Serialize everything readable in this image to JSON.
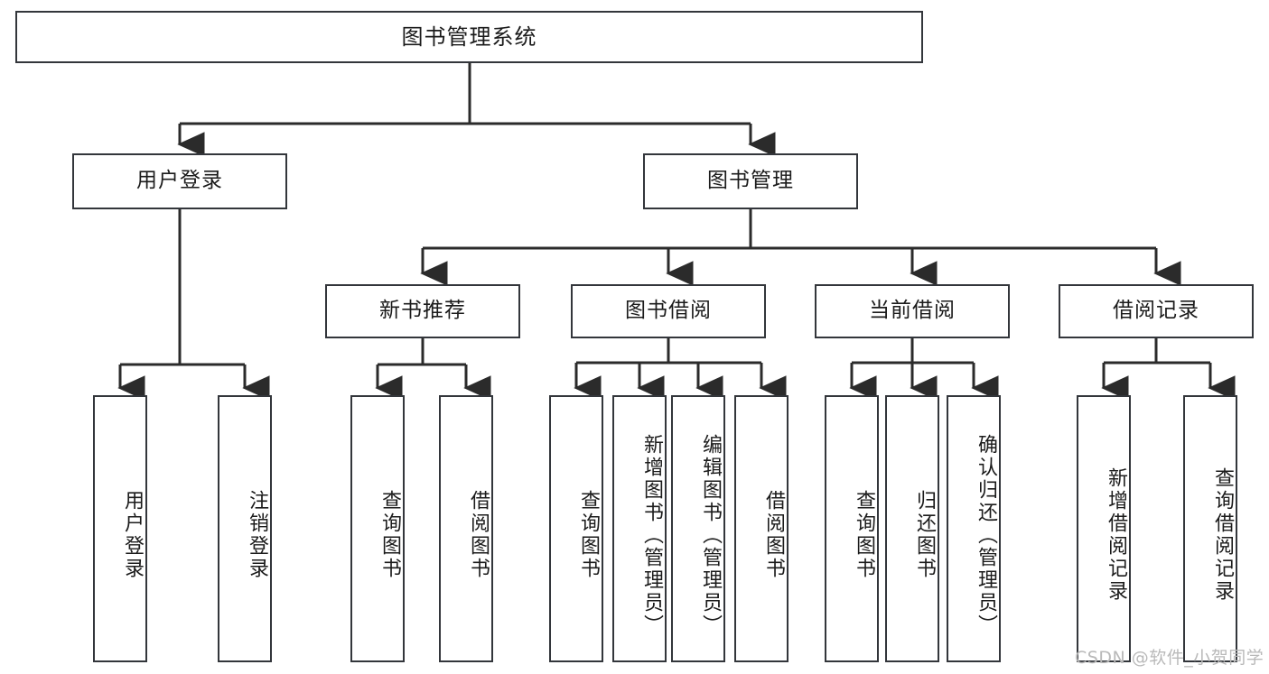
{
  "diagram": {
    "title": "图书管理系统",
    "type": "hierarchy-tree",
    "colors": {
      "box_border": "#33363b",
      "box_fill": "#ffffff",
      "edge": "#2b2b2b",
      "text": "#1b1b1b",
      "watermark": "#b9b9b9"
    },
    "watermark": "CSDN @软件_小贺同学",
    "nodes": {
      "root": {
        "label": "图书管理系统"
      },
      "level2": [
        {
          "label": "用户登录"
        },
        {
          "label": "图书管理"
        }
      ],
      "level3": [
        {
          "label": "新书推荐"
        },
        {
          "label": "图书借阅"
        },
        {
          "label": "当前借阅"
        },
        {
          "label": "借阅记录"
        }
      ],
      "leaves": {
        "user_login": [
          {
            "label": "用户登录"
          },
          {
            "label": "注销登录"
          }
        ],
        "new_book_recommend": [
          {
            "label": "查询图书"
          },
          {
            "label": "借阅图书"
          }
        ],
        "book_borrow": [
          {
            "label": "查询图书"
          },
          {
            "label": "新增图书（管理员）"
          },
          {
            "label": "编辑图书（管理员）"
          },
          {
            "label": "借阅图书"
          }
        ],
        "current_borrow": [
          {
            "label": "查询图书"
          },
          {
            "label": "归还图书"
          },
          {
            "label": "确认归还（管理员）"
          }
        ],
        "borrow_record": [
          {
            "label": "新增借阅记录"
          },
          {
            "label": "查询借阅记录"
          }
        ]
      }
    }
  }
}
